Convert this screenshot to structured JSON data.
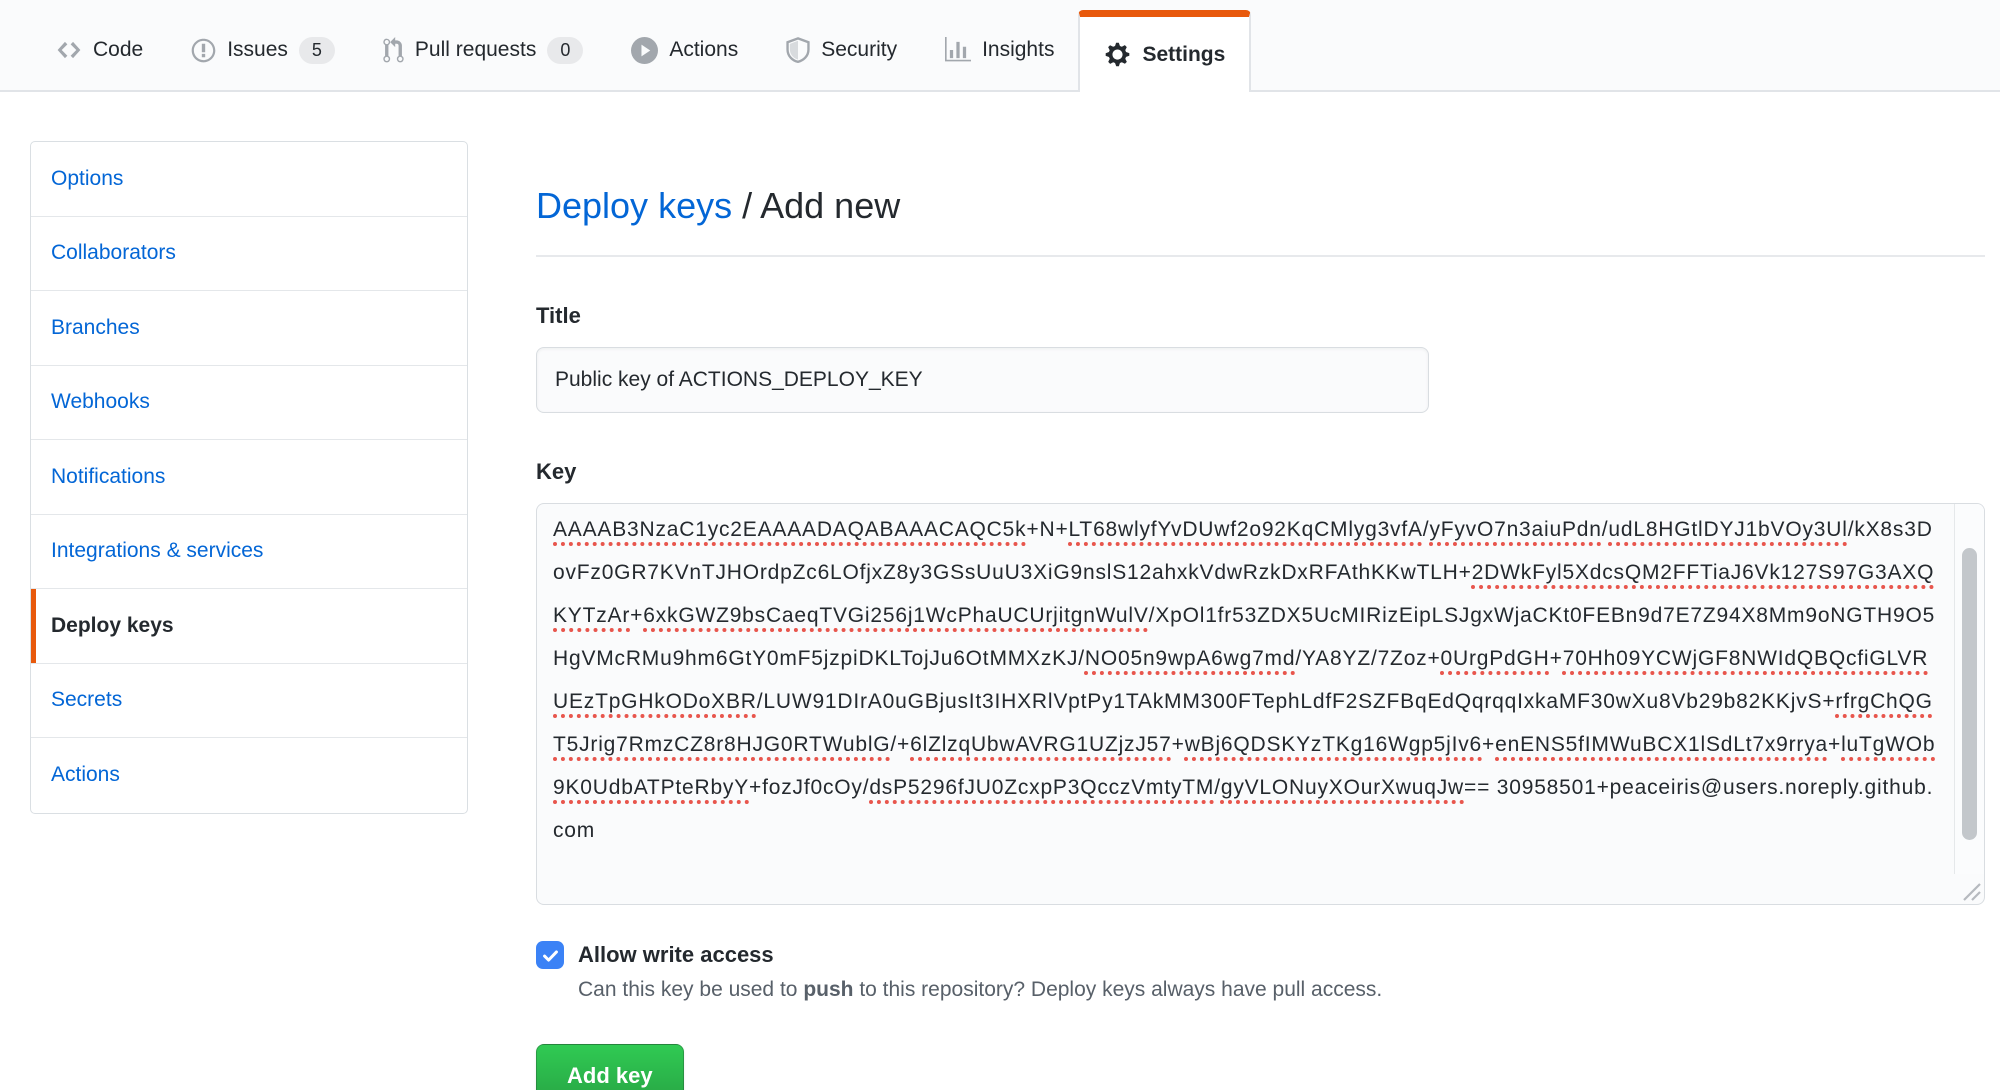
{
  "colors": {
    "accent_orange": "#e8590c",
    "link_blue": "#0366d6",
    "text_dark": "#24292e",
    "text_muted": "#586069",
    "border": "#e1e4e8",
    "nav_bg": "#fafbfc",
    "input_bg": "#fafbfc",
    "squiggle_red": "#e8564d",
    "checkbox_blue": "#3b82f6",
    "button_green": "#28a745"
  },
  "nav": {
    "tabs": [
      {
        "label": "Code",
        "icon": "code-icon"
      },
      {
        "label": "Issues",
        "icon": "issue-icon",
        "badge": "5"
      },
      {
        "label": "Pull requests",
        "icon": "pull-request-icon",
        "badge": "0"
      },
      {
        "label": "Actions",
        "icon": "play-circle-icon"
      },
      {
        "label": "Security",
        "icon": "shield-icon"
      },
      {
        "label": "Insights",
        "icon": "graph-icon"
      },
      {
        "label": "Settings",
        "icon": "gear-icon",
        "active": true
      }
    ]
  },
  "sidebar": {
    "items": [
      {
        "label": "Options"
      },
      {
        "label": "Collaborators"
      },
      {
        "label": "Branches"
      },
      {
        "label": "Webhooks"
      },
      {
        "label": "Notifications"
      },
      {
        "label": "Integrations & services"
      },
      {
        "label": "Deploy keys",
        "active": true
      },
      {
        "label": "Secrets"
      },
      {
        "label": "Actions"
      }
    ]
  },
  "main": {
    "heading": {
      "link_text": "Deploy keys",
      "separator": " / ",
      "current": "Add new"
    },
    "title_field": {
      "label": "Title",
      "value": "Public key of ACTIONS_DEPLOY_KEY"
    },
    "key_field": {
      "label": "Key",
      "segments": [
        {
          "t": "AAAAB3NzaC1yc2EAAAADAQABAAACAQC5k",
          "m": true
        },
        {
          "t": "+N+",
          "m": false
        },
        {
          "t": "LT68wlyfYvDUwf2o92KqCMlyg3vfA",
          "m": true
        },
        {
          "t": "/",
          "m": false
        },
        {
          "t": "yFyvO7n3aiuPdn",
          "m": true
        },
        {
          "t": "/",
          "m": false
        },
        {
          "t": "udL8HGtlDYJ1bVOy3Ul",
          "m": true
        },
        {
          "t": "/",
          "m": false
        },
        {
          "t": "kX8s3DovFz0GR7KVnTJHOrdpZc6LOfjxZ8y3GSsUuU3XiG9nslS12ahxkVdwRzkDxRFAthKKwTLH",
          "m": false
        },
        {
          "t": "+",
          "m": false
        },
        {
          "t": "2DWkFyl5XdcsQM2FFTiaJ6Vk127S97G3AXQKYTzAr",
          "m": true
        },
        {
          "t": "+",
          "m": false
        },
        {
          "t": "6xkGWZ9bsCaeqTVGi256j1WcPhaUCUrjitgnWulV",
          "m": true
        },
        {
          "t": "/",
          "m": false
        },
        {
          "t": "XpOl1fr53ZDX5UcMIRizEipLSJgxWjaCKt0FEBn9d7E7Z94X8Mm9oNGTH9O5HgVMcRMu9hm6GtY0mF5jzpiDKLTojJu6OtMMXzKJ",
          "m": false
        },
        {
          "t": "/",
          "m": false
        },
        {
          "t": "NO05n9wpA6wg7md",
          "m": true
        },
        {
          "t": "/YA8YZ/7Zoz+",
          "m": false
        },
        {
          "t": "0UrgPdGH",
          "m": true
        },
        {
          "t": "+",
          "m": false
        },
        {
          "t": "70Hh09YCWjGF8NWIdQBQcfiGLVRUEzTpGHkODoXBR",
          "m": true
        },
        {
          "t": "/",
          "m": false
        },
        {
          "t": "LUW91DIrA0uGBjusIt3IHXRlVptPy1TAkMM300FTephLdfF2SZFBqEdQqrqqIxkaMF30wXu8Vb29b82KKjvS",
          "m": false
        },
        {
          "t": "+",
          "m": false
        },
        {
          "t": "rfrgChQGT5Jrig7RmzCZ8r8HJG0RTWublG",
          "m": true
        },
        {
          "t": "/+",
          "m": false
        },
        {
          "t": "6lZlzqUbwAVRG1UZjzJ57",
          "m": true
        },
        {
          "t": "+",
          "m": false
        },
        {
          "t": "wBj6QDSKYzTKg16Wgp5jIv6",
          "m": true
        },
        {
          "t": "+",
          "m": false
        },
        {
          "t": "enENS5fIMWuBCX1lSdLt7x9rrya",
          "m": true
        },
        {
          "t": "+",
          "m": false
        },
        {
          "t": "luTgWOb9K0UdbATPteRbyY",
          "m": true
        },
        {
          "t": "+",
          "m": false
        },
        {
          "t": "fozJf0cOy",
          "m": false
        },
        {
          "t": "/",
          "m": false
        },
        {
          "t": "dsP5296fJU0ZcxpP3QcczVmtyTM",
          "m": true
        },
        {
          "t": "/",
          "m": false
        },
        {
          "t": "gyVLONuyXOurXwuqJw",
          "m": true
        },
        {
          "t": "== 30958501+peaceiris@users.noreply.github.com",
          "m": false
        }
      ]
    },
    "write_access": {
      "label": "Allow write access",
      "checked": true,
      "desc_pre": "Can this key be used to ",
      "desc_bold": "push",
      "desc_post": " to this repository? Deploy keys always have pull access."
    },
    "add_button_label": "Add key"
  }
}
